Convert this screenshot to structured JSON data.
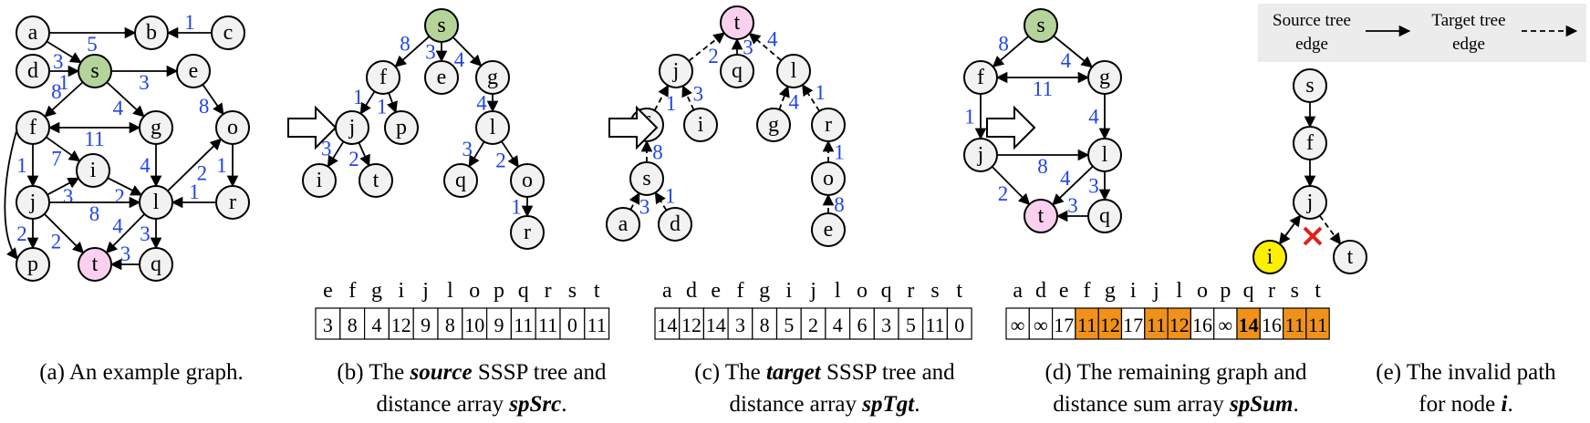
{
  "colors": {
    "source_node": "#b5d49a",
    "target_node": "#f9d1ee",
    "highlight_node": "#fcf000",
    "weight_label": "#1f45e6",
    "cell_highlight": "#f0921a",
    "legend_bg": "#ececec",
    "invalid_mark": "#e4201a"
  },
  "panels": {
    "a": {
      "caption": [
        "(a) An example graph."
      ]
    },
    "b": {
      "caption_prefix": "(b) The ",
      "caption_bold": "source",
      "caption_mid": " SSSP tree and",
      "caption_line2_prefix": "distance array ",
      "caption_line2_bold": "spSrc",
      "caption_line2_suffix": ".",
      "table_headers": [
        "e",
        "f",
        "g",
        "i",
        "j",
        "l",
        "o",
        "p",
        "q",
        "r",
        "s",
        "t"
      ],
      "table_values": [
        "3",
        "8",
        "4",
        "12",
        "9",
        "8",
        "10",
        "9",
        "11",
        "11",
        "0",
        "11"
      ]
    },
    "c": {
      "caption_prefix": "(c) The ",
      "caption_bold": "target",
      "caption_mid": " SSSP tree and",
      "caption_line2_prefix": "distance array ",
      "caption_line2_bold": "spTgt",
      "caption_line2_suffix": ".",
      "table_headers": [
        "a",
        "d",
        "e",
        "f",
        "g",
        "i",
        "j",
        "l",
        "o",
        "q",
        "r",
        "s",
        "t"
      ],
      "table_values": [
        "14",
        "12",
        "14",
        "3",
        "8",
        "5",
        "2",
        "4",
        "6",
        "3",
        "5",
        "11",
        "0"
      ]
    },
    "d": {
      "caption_line1": "(d) The remaining graph and",
      "caption_line2_prefix": "distance sum array ",
      "caption_line2_bold": "spSum",
      "caption_line2_suffix": ".",
      "table_headers": [
        "a",
        "d",
        "e",
        "f",
        "g",
        "i",
        "j",
        "l",
        "o",
        "p",
        "q",
        "r",
        "s",
        "t"
      ],
      "table_values": [
        "∞",
        "∞",
        "17",
        "11",
        "12",
        "17",
        "11",
        "12",
        "16",
        "∞",
        "14",
        "16",
        "11",
        "11"
      ],
      "table_highlight": [
        false,
        false,
        false,
        true,
        true,
        false,
        true,
        true,
        false,
        false,
        true,
        false,
        true,
        true
      ],
      "table_blue_bold": [
        false,
        false,
        false,
        false,
        false,
        false,
        false,
        false,
        false,
        false,
        true,
        false,
        false,
        false
      ]
    },
    "e": {
      "legend_source": "Source tree",
      "legend_source2": "edge",
      "legend_target": "Target tree",
      "legend_target2": "edge",
      "caption_line1": "(e) The invalid path",
      "caption_line2_prefix": "for node ",
      "caption_line2_bold": "i",
      "caption_line2_suffix": "."
    }
  },
  "graphs": {
    "a": {
      "nodes": [
        {
          "id": "a",
          "label": "a"
        },
        {
          "id": "b",
          "label": "b"
        },
        {
          "id": "c",
          "label": "c"
        },
        {
          "id": "d",
          "label": "d"
        },
        {
          "id": "s",
          "label": "s",
          "role": "source"
        },
        {
          "id": "e",
          "label": "e"
        },
        {
          "id": "f",
          "label": "f"
        },
        {
          "id": "g",
          "label": "g"
        },
        {
          "id": "o",
          "label": "o"
        },
        {
          "id": "i",
          "label": "i"
        },
        {
          "id": "j",
          "label": "j"
        },
        {
          "id": "l",
          "label": "l"
        },
        {
          "id": "r",
          "label": "r"
        },
        {
          "id": "p",
          "label": "p"
        },
        {
          "id": "t",
          "label": "t",
          "role": "target"
        },
        {
          "id": "q",
          "label": "q"
        }
      ],
      "edges": [
        {
          "from": "a",
          "to": "b",
          "w": "5"
        },
        {
          "from": "c",
          "to": "b",
          "w": "1"
        },
        {
          "from": "a",
          "to": "s",
          "w": "3"
        },
        {
          "from": "d",
          "to": "s",
          "w": "1"
        },
        {
          "from": "s",
          "to": "e",
          "w": "3"
        },
        {
          "from": "s",
          "to": "f",
          "w": "8"
        },
        {
          "from": "s",
          "to": "g",
          "w": "4"
        },
        {
          "from": "e",
          "to": "o",
          "w": "8"
        },
        {
          "from": "f",
          "to": "g",
          "w": "11",
          "bi": true
        },
        {
          "from": "f",
          "to": "i",
          "w": "7"
        },
        {
          "from": "f",
          "to": "j",
          "w": "1"
        },
        {
          "from": "f",
          "to": "p",
          "w": "1",
          "curve": true
        },
        {
          "from": "g",
          "to": "l",
          "w": "4"
        },
        {
          "from": "j",
          "to": "i",
          "w": "3"
        },
        {
          "from": "i",
          "to": "l",
          "w": "2"
        },
        {
          "from": "j",
          "to": "l",
          "w": "8"
        },
        {
          "from": "l",
          "to": "o",
          "w": "2"
        },
        {
          "from": "o",
          "to": "r",
          "w": "1"
        },
        {
          "from": "r",
          "to": "l",
          "w": "1"
        },
        {
          "from": "j",
          "to": "p",
          "w": "2"
        },
        {
          "from": "j",
          "to": "t",
          "w": "2"
        },
        {
          "from": "l",
          "to": "t",
          "w": "4"
        },
        {
          "from": "l",
          "to": "q",
          "w": "3"
        },
        {
          "from": "q",
          "to": "t",
          "w": "3"
        }
      ]
    },
    "b": {
      "nodes": [
        {
          "id": "s",
          "label": "s",
          "role": "source"
        },
        {
          "id": "f",
          "label": "f"
        },
        {
          "id": "e",
          "label": "e"
        },
        {
          "id": "g",
          "label": "g"
        },
        {
          "id": "j",
          "label": "j"
        },
        {
          "id": "p",
          "label": "p"
        },
        {
          "id": "l",
          "label": "l"
        },
        {
          "id": "i",
          "label": "i"
        },
        {
          "id": "t",
          "label": "t"
        },
        {
          "id": "q",
          "label": "q"
        },
        {
          "id": "o",
          "label": "o"
        },
        {
          "id": "r",
          "label": "r"
        }
      ],
      "edges": [
        {
          "from": "s",
          "to": "f",
          "w": "8"
        },
        {
          "from": "s",
          "to": "e",
          "w": "3"
        },
        {
          "from": "s",
          "to": "g",
          "w": "4"
        },
        {
          "from": "f",
          "to": "j",
          "w": "1"
        },
        {
          "from": "f",
          "to": "p",
          "w": "1"
        },
        {
          "from": "g",
          "to": "l",
          "w": "4"
        },
        {
          "from": "j",
          "to": "i",
          "w": "3"
        },
        {
          "from": "j",
          "to": "t",
          "w": "2"
        },
        {
          "from": "l",
          "to": "q",
          "w": "3"
        },
        {
          "from": "l",
          "to": "o",
          "w": "2"
        },
        {
          "from": "o",
          "to": "r",
          "w": "1"
        }
      ]
    },
    "c": {
      "nodes": [
        {
          "id": "t",
          "label": "t",
          "role": "target"
        },
        {
          "id": "j",
          "label": "j"
        },
        {
          "id": "q",
          "label": "q"
        },
        {
          "id": "l",
          "label": "l"
        },
        {
          "id": "f",
          "label": "f"
        },
        {
          "id": "i",
          "label": "i"
        },
        {
          "id": "g",
          "label": "g"
        },
        {
          "id": "r",
          "label": "r"
        },
        {
          "id": "s",
          "label": "s"
        },
        {
          "id": "o",
          "label": "o"
        },
        {
          "id": "a",
          "label": "a"
        },
        {
          "id": "d",
          "label": "d"
        },
        {
          "id": "e",
          "label": "e"
        }
      ],
      "edges": [
        {
          "from": "j",
          "to": "t",
          "w": "2"
        },
        {
          "from": "q",
          "to": "t",
          "w": "3"
        },
        {
          "from": "l",
          "to": "t",
          "w": "4"
        },
        {
          "from": "f",
          "to": "j",
          "w": "1"
        },
        {
          "from": "i",
          "to": "j",
          "w": "3"
        },
        {
          "from": "g",
          "to": "l",
          "w": "4"
        },
        {
          "from": "r",
          "to": "l",
          "w": "1"
        },
        {
          "from": "s",
          "to": "f",
          "w": "8"
        },
        {
          "from": "o",
          "to": "r",
          "w": "1"
        },
        {
          "from": "a",
          "to": "s",
          "w": "3"
        },
        {
          "from": "d",
          "to": "s",
          "w": "1"
        },
        {
          "from": "e",
          "to": "o",
          "w": "8"
        }
      ]
    },
    "d": {
      "nodes": [
        {
          "id": "s",
          "label": "s",
          "role": "source"
        },
        {
          "id": "f",
          "label": "f"
        },
        {
          "id": "g",
          "label": "g"
        },
        {
          "id": "j",
          "label": "j"
        },
        {
          "id": "l",
          "label": "l"
        },
        {
          "id": "t",
          "label": "t",
          "role": "target"
        },
        {
          "id": "q",
          "label": "q"
        }
      ],
      "edges": [
        {
          "from": "s",
          "to": "f",
          "w": "8"
        },
        {
          "from": "s",
          "to": "g",
          "w": "4"
        },
        {
          "from": "f",
          "to": "g",
          "w": "11",
          "bi": true
        },
        {
          "from": "f",
          "to": "j",
          "w": "1"
        },
        {
          "from": "g",
          "to": "l",
          "w": "4"
        },
        {
          "from": "j",
          "to": "l",
          "w": "8"
        },
        {
          "from": "j",
          "to": "t",
          "w": "2"
        },
        {
          "from": "l",
          "to": "t",
          "w": "4"
        },
        {
          "from": "l",
          "to": "q",
          "w": "3"
        },
        {
          "from": "q",
          "to": "t",
          "w": "3"
        }
      ]
    },
    "e": {
      "nodes": [
        {
          "id": "s",
          "label": "s"
        },
        {
          "id": "f",
          "label": "f"
        },
        {
          "id": "j",
          "label": "j"
        },
        {
          "id": "i",
          "label": "i",
          "role": "highlight"
        },
        {
          "id": "t",
          "label": "t"
        }
      ],
      "edges": [
        {
          "from": "s",
          "to": "f"
        },
        {
          "from": "f",
          "to": "j"
        },
        {
          "from": "j",
          "to": "i"
        },
        {
          "from": "i",
          "to": "j",
          "dashed": true
        },
        {
          "from": "j",
          "to": "t",
          "dashed": true
        }
      ]
    }
  }
}
